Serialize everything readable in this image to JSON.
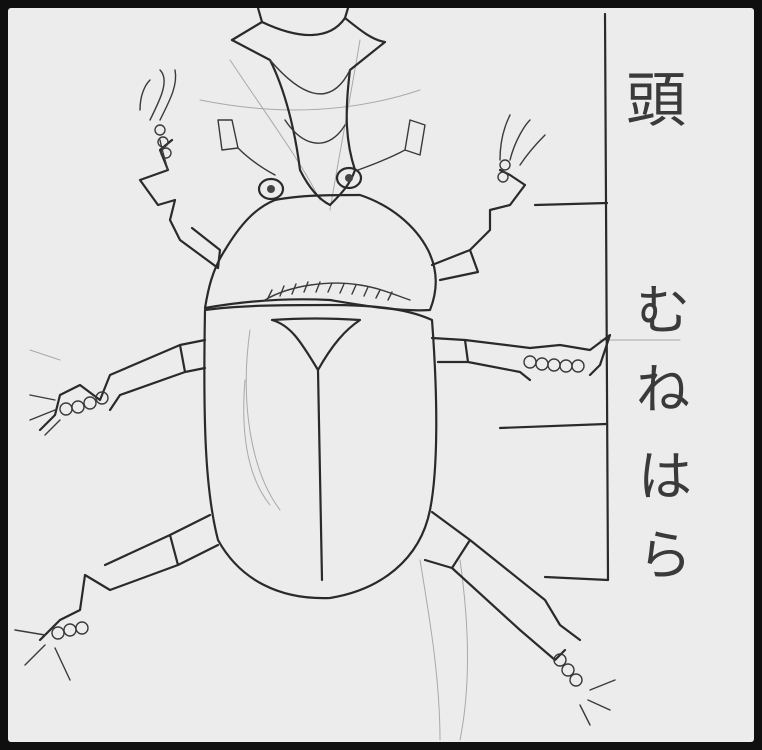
{
  "labels": {
    "head": "頭",
    "thorax": "むね",
    "abdomen": "はら"
  },
  "colors": {
    "paper": "#ececec",
    "ink": "#2a2a2a",
    "pencil": "#a9a9a9"
  }
}
